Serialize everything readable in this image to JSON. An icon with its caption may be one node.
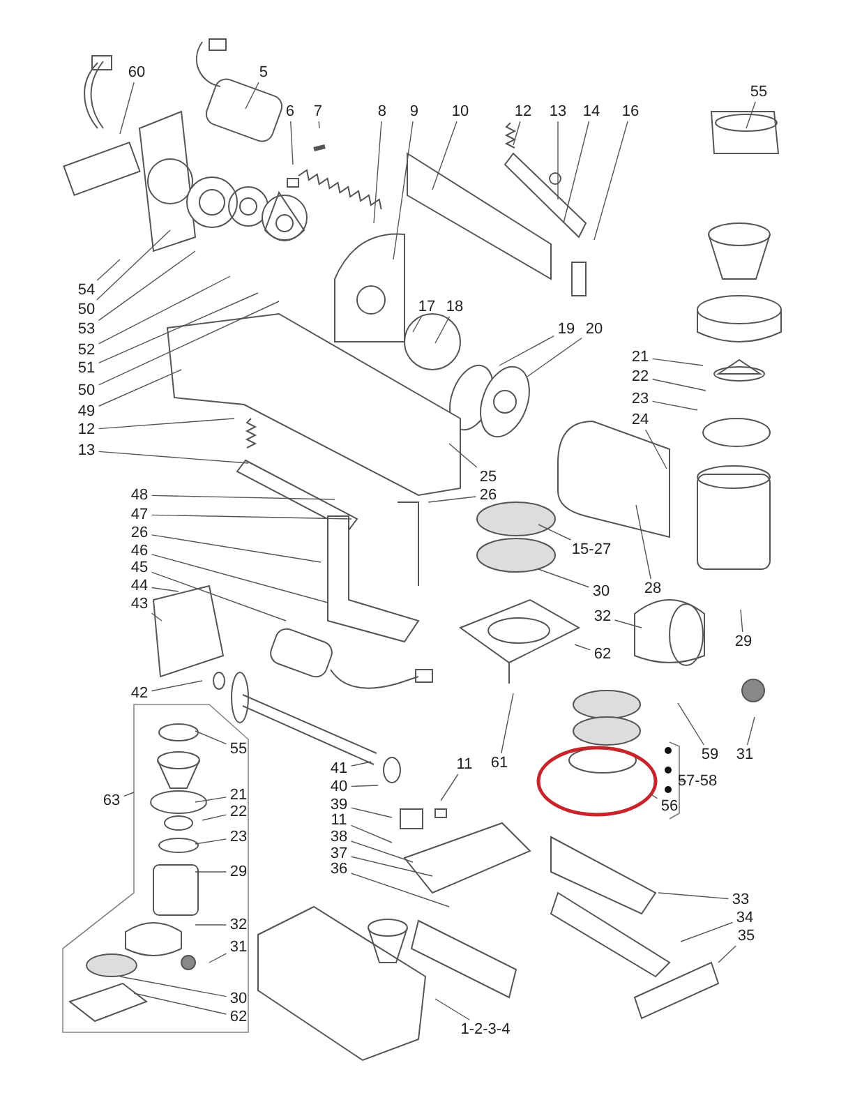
{
  "diagram": {
    "nodes": [
      {
        "text": [
          "60"
        ]
      },
      {
        "text": [
          "5"
        ]
      },
      {
        "text": [
          "6"
        ]
      },
      {
        "text": [
          "7"
        ]
      },
      {
        "text": [
          "8"
        ]
      },
      {
        "text": [
          "9"
        ]
      },
      {
        "text": [
          "10"
        ]
      },
      {
        "text": [
          "12"
        ]
      },
      {
        "text": [
          "13"
        ]
      },
      {
        "text": [
          "14"
        ]
      },
      {
        "text": [
          "16"
        ]
      },
      {
        "text": [
          "55"
        ]
      },
      {
        "text": [
          "17"
        ]
      },
      {
        "text": [
          "18"
        ]
      },
      {
        "text": [
          "19"
        ]
      },
      {
        "text": [
          "20"
        ]
      },
      {
        "text": [
          "21"
        ]
      },
      {
        "text": [
          "22"
        ]
      },
      {
        "text": [
          "23"
        ]
      },
      {
        "text": [
          "24"
        ]
      },
      {
        "text": [
          "25"
        ]
      },
      {
        "text": [
          "26"
        ]
      },
      {
        "text": [
          "15-27"
        ]
      },
      {
        "text": [
          "30"
        ]
      },
      {
        "text": [
          "28"
        ]
      },
      {
        "text": [
          "32"
        ]
      },
      {
        "text": [
          "29"
        ]
      },
      {
        "text": [
          "62"
        ]
      },
      {
        "text": [
          "61"
        ]
      },
      {
        "text": [
          "11"
        ]
      },
      {
        "text": [
          "59"
        ]
      },
      {
        "text": [
          "31"
        ]
      },
      {
        "text": [
          "56"
        ]
      },
      {
        "text": [
          "33"
        ]
      },
      {
        "text": [
          "34"
        ]
      },
      {
        "text": [
          "35"
        ]
      },
      {
        "text": [
          "1-2-3-4"
        ]
      },
      {
        "text": [
          "54"
        ]
      },
      {
        "text": [
          "50"
        ]
      },
      {
        "text": [
          "53"
        ]
      },
      {
        "text": [
          "52"
        ]
      },
      {
        "text": [
          "51"
        ]
      },
      {
        "text": [
          "50"
        ]
      },
      {
        "text": [
          "49"
        ]
      },
      {
        "text": [
          "12"
        ]
      },
      {
        "text": [
          "13"
        ]
      },
      {
        "text": [
          "48"
        ]
      },
      {
        "text": [
          "47"
        ]
      },
      {
        "text": [
          "26"
        ]
      },
      {
        "text": [
          "46"
        ]
      },
      {
        "text": [
          "45"
        ]
      },
      {
        "text": [
          "44"
        ]
      },
      {
        "text": [
          "43"
        ]
      },
      {
        "text": [
          "42"
        ]
      },
      {
        "text": [
          "41"
        ]
      },
      {
        "text": [
          "40"
        ]
      },
      {
        "text": [
          "39"
        ]
      },
      {
        "text": [
          "11"
        ]
      },
      {
        "text": [
          "38"
        ]
      },
      {
        "text": [
          "37"
        ]
      },
      {
        "text": [
          "36"
        ]
      },
      {
        "text": [
          "63"
        ]
      },
      {
        "text": [
          "55"
        ]
      },
      {
        "text": [
          "21"
        ]
      },
      {
        "text": [
          "22"
        ]
      },
      {
        "text": [
          "23"
        ]
      },
      {
        "text": [
          "29"
        ]
      },
      {
        "text": [
          "32"
        ]
      },
      {
        "text": [
          "31"
        ]
      },
      {
        "text": [
          "30"
        ]
      },
      {
        "text": [
          "62"
        ]
      }
    ],
    "edges": [
      {
        "from": 0,
        "to": null,
        "arrow": "none"
      },
      {
        "from": 1,
        "to": null,
        "arrow": "none"
      },
      {
        "from": 2,
        "to": null,
        "arrow": "none"
      },
      {
        "from": 3,
        "to": null,
        "arrow": "none"
      },
      {
        "from": 4,
        "to": null,
        "arrow": "none"
      },
      {
        "from": 5,
        "to": null,
        "arrow": "none"
      },
      {
        "from": 6,
        "to": null,
        "arrow": "none"
      },
      {
        "from": 7,
        "to": null,
        "arrow": "none"
      },
      {
        "from": 8,
        "to": null,
        "arrow": "none"
      },
      {
        "from": 9,
        "to": null,
        "arrow": "none"
      },
      {
        "from": 10,
        "to": null,
        "arrow": "none"
      },
      {
        "from": 11,
        "to": null,
        "arrow": "none"
      },
      {
        "from": 12,
        "to": null,
        "arrow": "none"
      },
      {
        "from": 13,
        "to": null,
        "arrow": "none"
      },
      {
        "from": 14,
        "to": null,
        "arrow": "none"
      },
      {
        "from": 15,
        "to": null,
        "arrow": "none"
      },
      {
        "from": 16,
        "to": null,
        "arrow": "none"
      },
      {
        "from": 17,
        "to": null,
        "arrow": "none"
      },
      {
        "from": 18,
        "to": null,
        "arrow": "none"
      },
      {
        "from": 19,
        "to": null,
        "arrow": "none"
      },
      {
        "from": 20,
        "to": null,
        "arrow": "none"
      },
      {
        "from": 21,
        "to": null,
        "arrow": "none"
      },
      {
        "from": 22,
        "to": null,
        "arrow": "none"
      },
      {
        "from": 23,
        "to": null,
        "arrow": "none"
      },
      {
        "from": 24,
        "to": null,
        "arrow": "none"
      },
      {
        "from": 25,
        "to": null,
        "arrow": "none"
      },
      {
        "from": 26,
        "to": null,
        "arrow": "none"
      },
      {
        "from": 27,
        "to": null,
        "arrow": "none"
      },
      {
        "from": 28,
        "to": null,
        "arrow": "none"
      },
      {
        "from": 29,
        "to": null,
        "arrow": "none"
      },
      {
        "from": 30,
        "to": null,
        "arrow": "none"
      },
      {
        "from": 31,
        "to": null,
        "arrow": "none"
      },
      {
        "from": 32,
        "to": null,
        "arrow": "none"
      },
      {
        "from": 33,
        "to": null,
        "arrow": "none"
      },
      {
        "from": 34,
        "to": null,
        "arrow": "none"
      },
      {
        "from": 35,
        "to": null,
        "arrow": "none"
      },
      {
        "from": 36,
        "to": null,
        "arrow": "none"
      },
      {
        "from": 37,
        "to": null,
        "arrow": "none"
      },
      {
        "from": 38,
        "to": null,
        "arrow": "none"
      },
      {
        "from": 39,
        "to": null,
        "arrow": "none"
      },
      {
        "from": 40,
        "to": null,
        "arrow": "none"
      },
      {
        "from": 41,
        "to": null,
        "arrow": "none"
      },
      {
        "from": 42,
        "to": null,
        "arrow": "none"
      },
      {
        "from": 43,
        "to": null,
        "arrow": "none"
      },
      {
        "from": 44,
        "to": null,
        "arrow": "none"
      },
      {
        "from": 45,
        "to": null,
        "arrow": "none"
      },
      {
        "from": 46,
        "to": null,
        "arrow": "none"
      },
      {
        "from": 47,
        "to": null,
        "arrow": "none"
      },
      {
        "from": 48,
        "to": null,
        "arrow": "none"
      },
      {
        "from": 49,
        "to": null,
        "arrow": "none"
      },
      {
        "from": 50,
        "to": null,
        "arrow": "none"
      },
      {
        "from": 51,
        "to": null,
        "arrow": "none"
      },
      {
        "from": 52,
        "to": null,
        "arrow": "none"
      },
      {
        "from": 53,
        "to": null,
        "arrow": "none"
      },
      {
        "from": 54,
        "to": null,
        "arrow": "none"
      },
      {
        "from": 55,
        "to": null,
        "arrow": "none"
      },
      {
        "from": 56,
        "to": null,
        "arrow": "none"
      },
      {
        "from": 57,
        "to": null,
        "arrow": "none"
      },
      {
        "from": 58,
        "to": null,
        "arrow": "none"
      },
      {
        "from": 59,
        "to": null,
        "arrow": "none"
      },
      {
        "from": 60,
        "to": null,
        "arrow": "none"
      },
      {
        "from": 61,
        "to": null,
        "arrow": "none"
      },
      {
        "from": 62,
        "to": null,
        "arrow": "none"
      },
      {
        "from": 63,
        "to": null,
        "arrow": "none"
      },
      {
        "from": 64,
        "to": null,
        "arrow": "none"
      },
      {
        "from": 65,
        "to": null,
        "arrow": "none"
      },
      {
        "from": 66,
        "to": null,
        "arrow": "none"
      },
      {
        "from": 67,
        "to": null,
        "arrow": "none"
      },
      {
        "from": 68,
        "to": null,
        "arrow": "none"
      },
      {
        "from": 69,
        "to": null,
        "arrow": "none"
      },
      {
        "from": 70,
        "to": null,
        "arrow": "none"
      }
    ],
    "labels": [
      "57-58"
    ]
  }
}
